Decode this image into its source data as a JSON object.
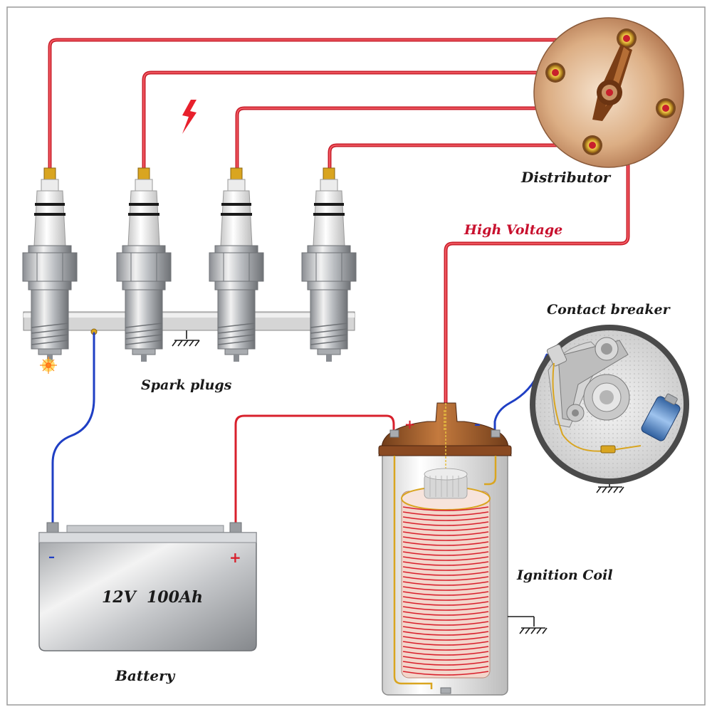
{
  "labels": {
    "distributor": "Distributor",
    "high_voltage": "High Voltage",
    "contact_breaker": "Contact breaker",
    "spark_plugs": "Spark plugs",
    "ignition_coil": "Ignition Coil",
    "battery": "Battery",
    "battery_rating": "12V  100Ah"
  },
  "terminals": {
    "coil_positive": "+",
    "coil_negative": "–",
    "battery_negative": "–",
    "battery_positive": "+"
  },
  "colors": {
    "hv_wire": "#e8323c",
    "lv_wire": "#1f3fc4",
    "label_text": "#1a1a1a",
    "hv_label": "#c8102e",
    "distributor_cap": "#c9946a"
  }
}
